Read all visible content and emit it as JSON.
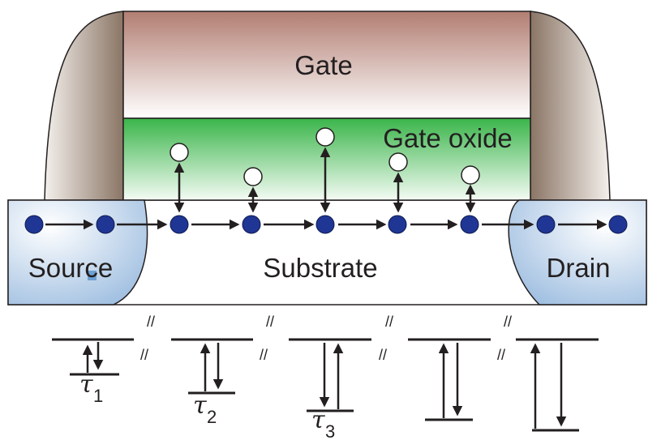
{
  "labels": {
    "gate": "Gate",
    "gate_oxide": "Gate oxide",
    "source": "Source",
    "substrate": "Substrate",
    "drain": "Drain"
  },
  "time_constants": [
    {
      "symbol": "τ",
      "subscript": "1"
    },
    {
      "symbol": "τ",
      "subscript": "2"
    },
    {
      "symbol": "τ",
      "subscript": "3"
    }
  ],
  "break_mark": "//",
  "colors": {
    "gate_top": "#b27e72",
    "gate_bottom": "#ffffff",
    "oxide_top": "#3ab54a",
    "oxide_bottom": "#ffffff",
    "spacer_dark": "#8a7565",
    "spacer_light": "#f4f0ec",
    "source_drain": "#a9c6e3",
    "electron": "#1f3694",
    "trap": "#ffffff",
    "line": "#231f20"
  }
}
